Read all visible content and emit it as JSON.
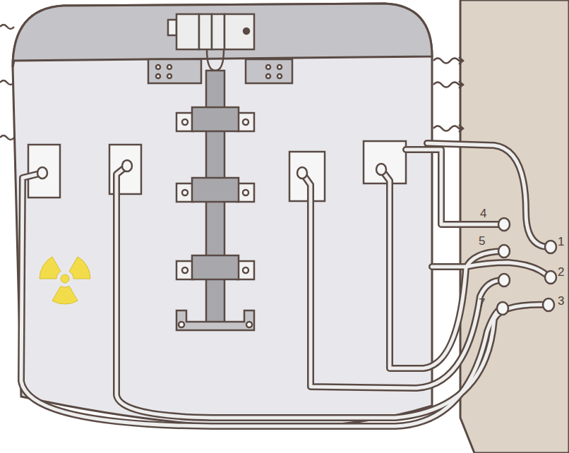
{
  "diagram": {
    "labels": [
      "4",
      "5",
      "7",
      "1",
      "2",
      "3"
    ]
  }
}
